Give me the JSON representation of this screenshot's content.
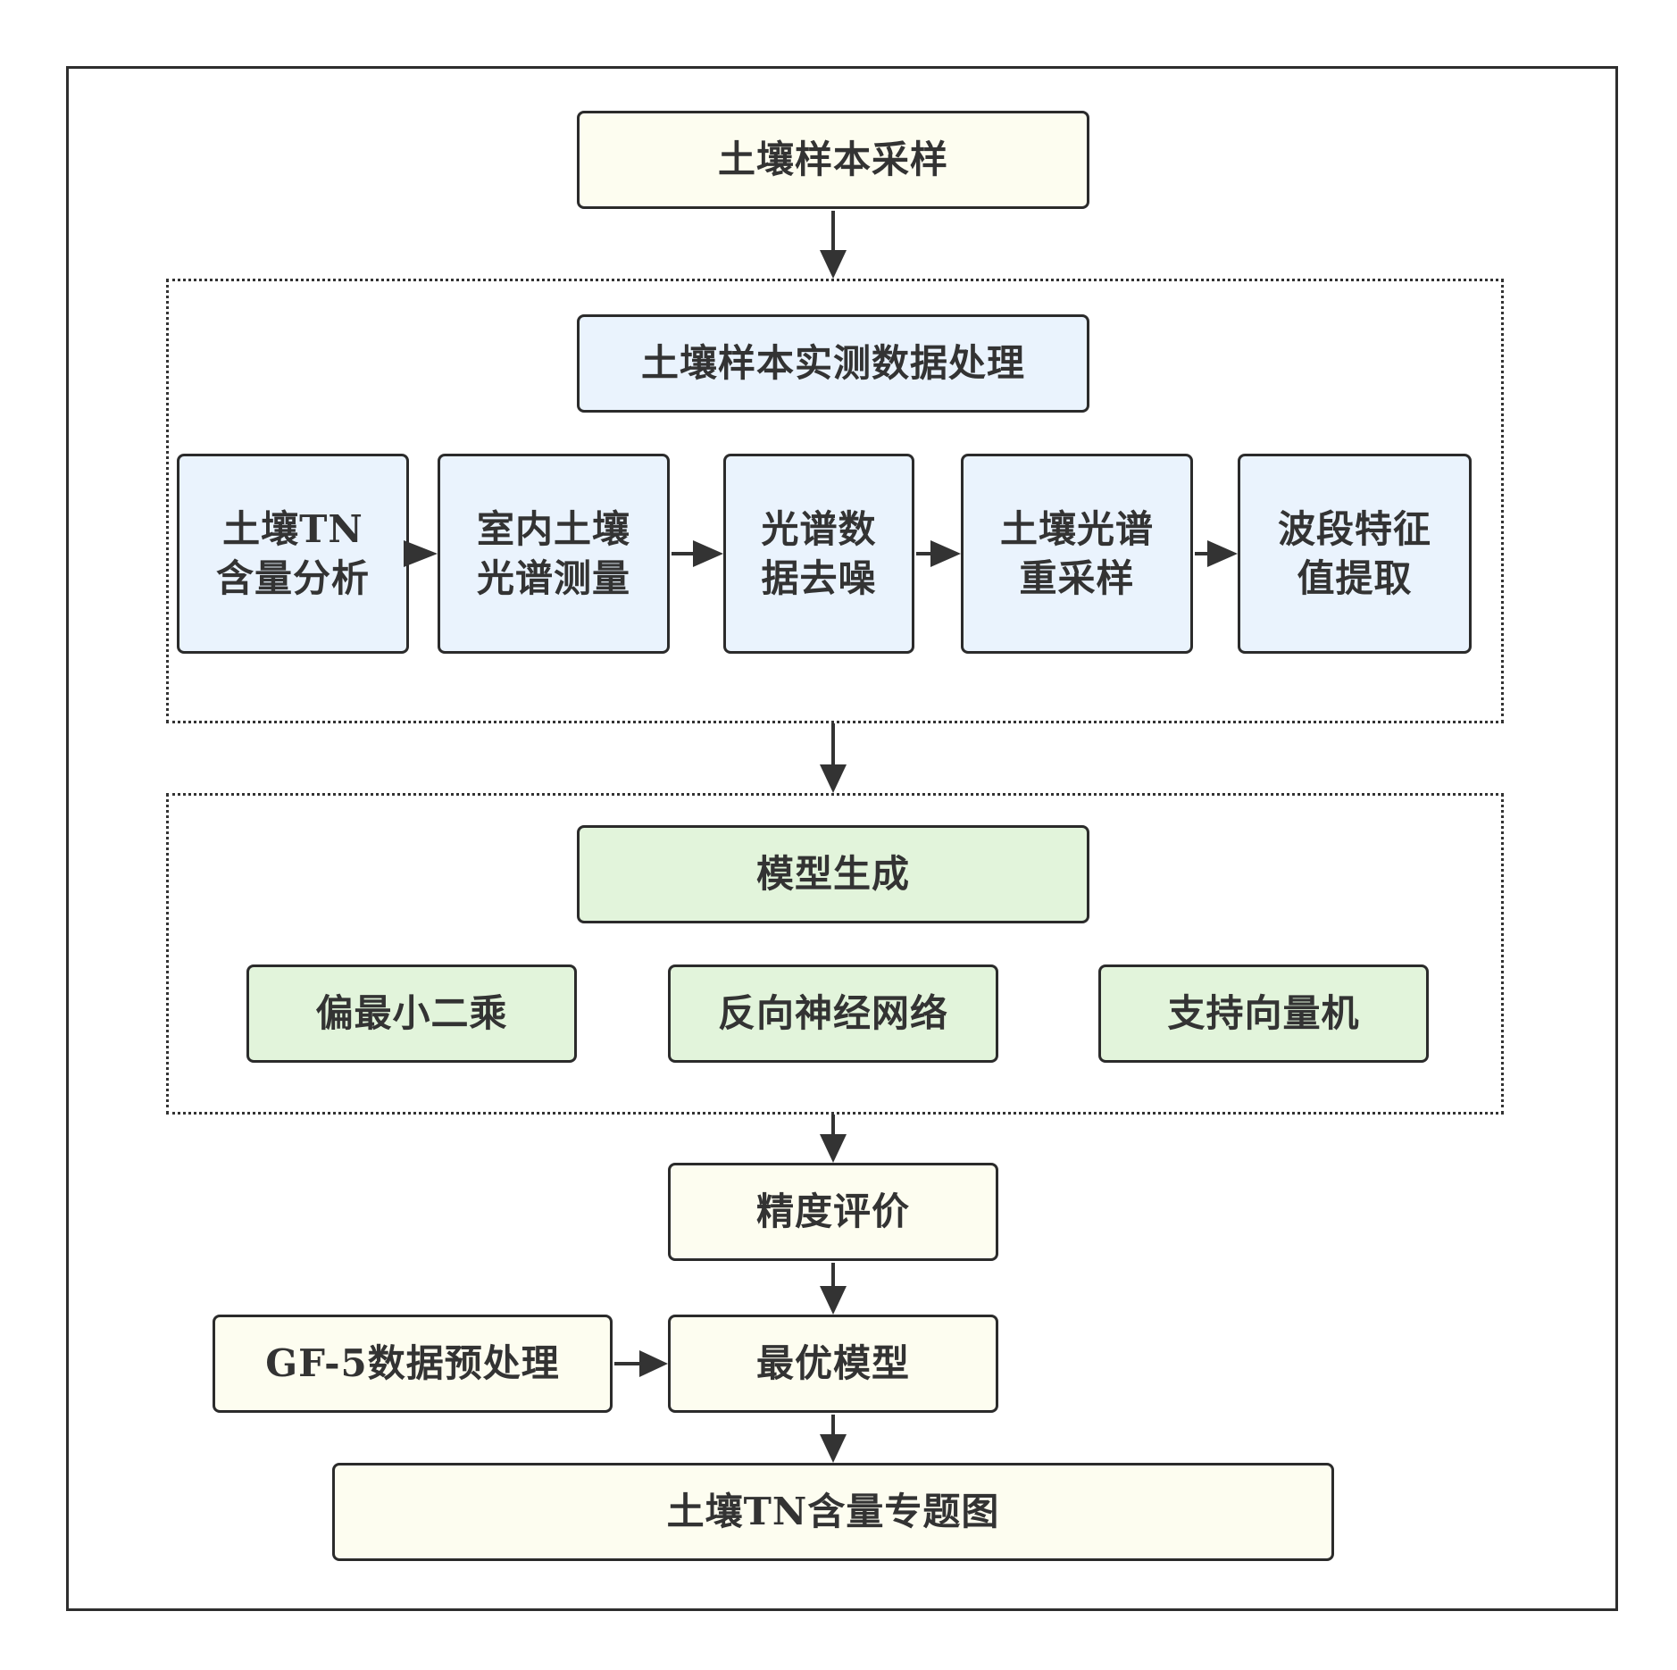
{
  "diagram": {
    "sampling": "土壤样本采样",
    "processing_title": "土壤样本实测数据处理",
    "steps": [
      {
        "line1": "土壤TN",
        "line2": "含量分析"
      },
      {
        "line1": "室内土壤",
        "line2": "光谱测量"
      },
      {
        "line1": "光谱数",
        "line2": "据去噪"
      },
      {
        "line1": "土壤光谱",
        "line2": "重采样"
      },
      {
        "line1": "波段特征",
        "line2": "值提取"
      }
    ],
    "model_title": "模型生成",
    "models": [
      "偏最小二乘",
      "反向神经网络",
      "支持向量机"
    ],
    "evaluation": "精度评价",
    "gf5": "GF-5数据预处理",
    "best_model": "最优模型",
    "output": "土壤TN含量专题图",
    "colors": {
      "yellow_fill": "#fdfdf0",
      "blue_fill": "#eaf3fd",
      "green_fill": "#e2f4db",
      "stroke": "#2b2b2b"
    }
  }
}
